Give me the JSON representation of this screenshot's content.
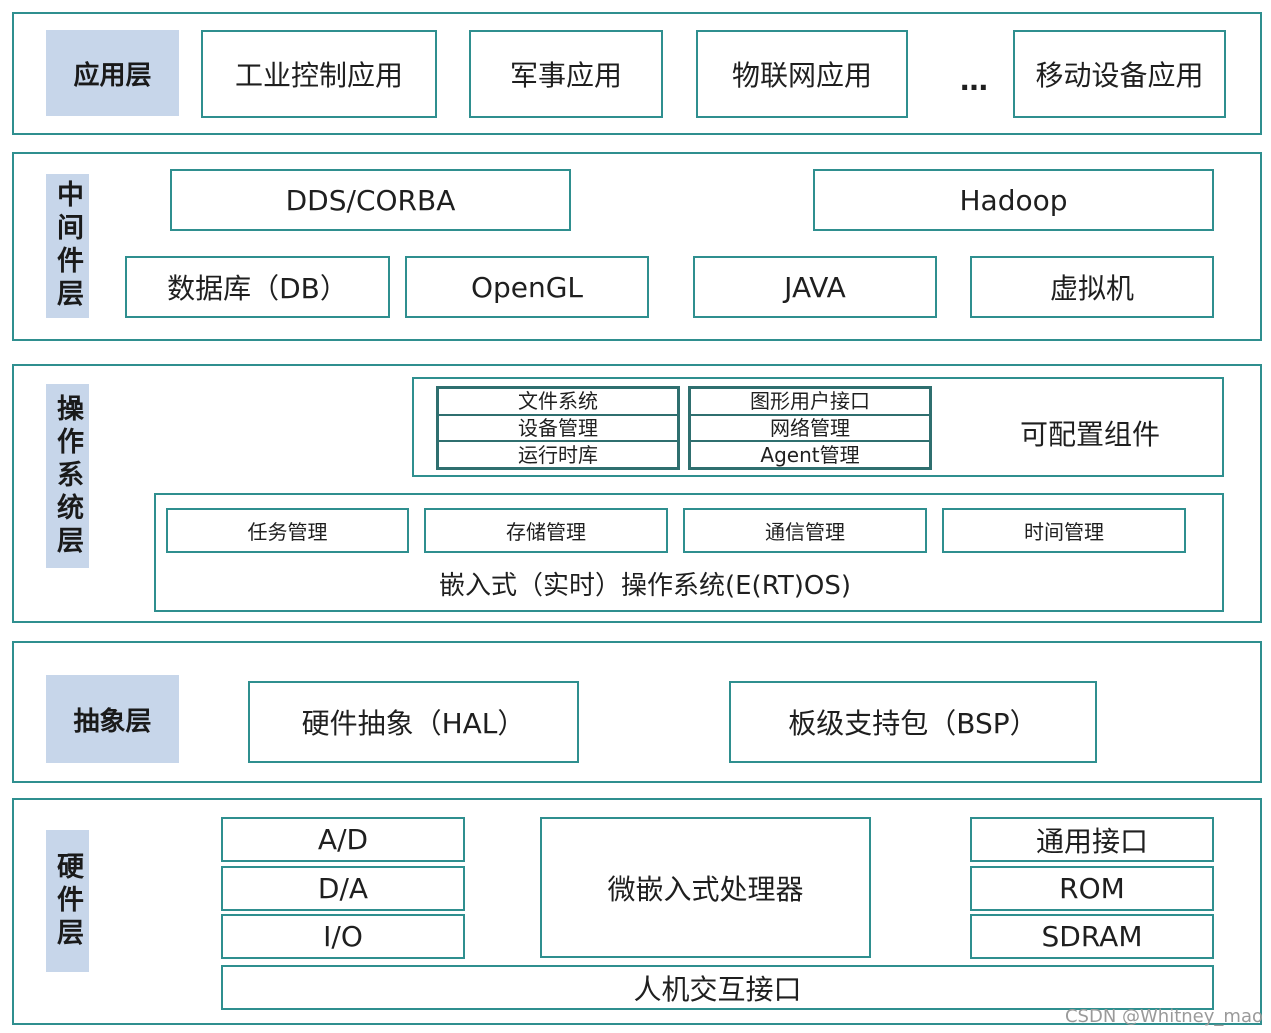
{
  "application_layer": {
    "label": "应用层",
    "items": [
      "工业控制应用",
      "军事应用",
      "物联网应用",
      "移动设备应用"
    ],
    "ellipsis": "…"
  },
  "middleware_layer": {
    "label": "中间件层",
    "top": [
      "DDS/CORBA",
      "Hadoop"
    ],
    "bottom": [
      "数据库（DB）",
      "OpenGL",
      "JAVA",
      "虚拟机"
    ]
  },
  "os_layer": {
    "label": "操作系统层",
    "config_left": [
      "文件系统",
      "设备管理",
      "运行时库"
    ],
    "config_right": [
      "图形用户接口",
      "网络管理",
      "Agent管理"
    ],
    "config_title": "可配置组件",
    "kernel_items": [
      "任务管理",
      "存储管理",
      "通信管理",
      "时间管理"
    ],
    "kernel_title": "嵌入式（实时）操作系统(E(RT)OS)"
  },
  "abstraction_layer": {
    "label": "抽象层",
    "items": [
      "硬件抽象（HAL）",
      "板级支持包（BSP）"
    ]
  },
  "hardware_layer": {
    "label": "硬件层",
    "left": [
      "A/D",
      "D/A",
      "I/O"
    ],
    "center": "微嵌入式处理器",
    "right": [
      "通用接口",
      "ROM",
      "SDRAM"
    ],
    "bottom": "人机交互接口"
  },
  "watermark": "CSDN @Whitney_mao",
  "colors": {
    "border": "#2f8f8f",
    "label_bg": "#c7d6ea"
  }
}
